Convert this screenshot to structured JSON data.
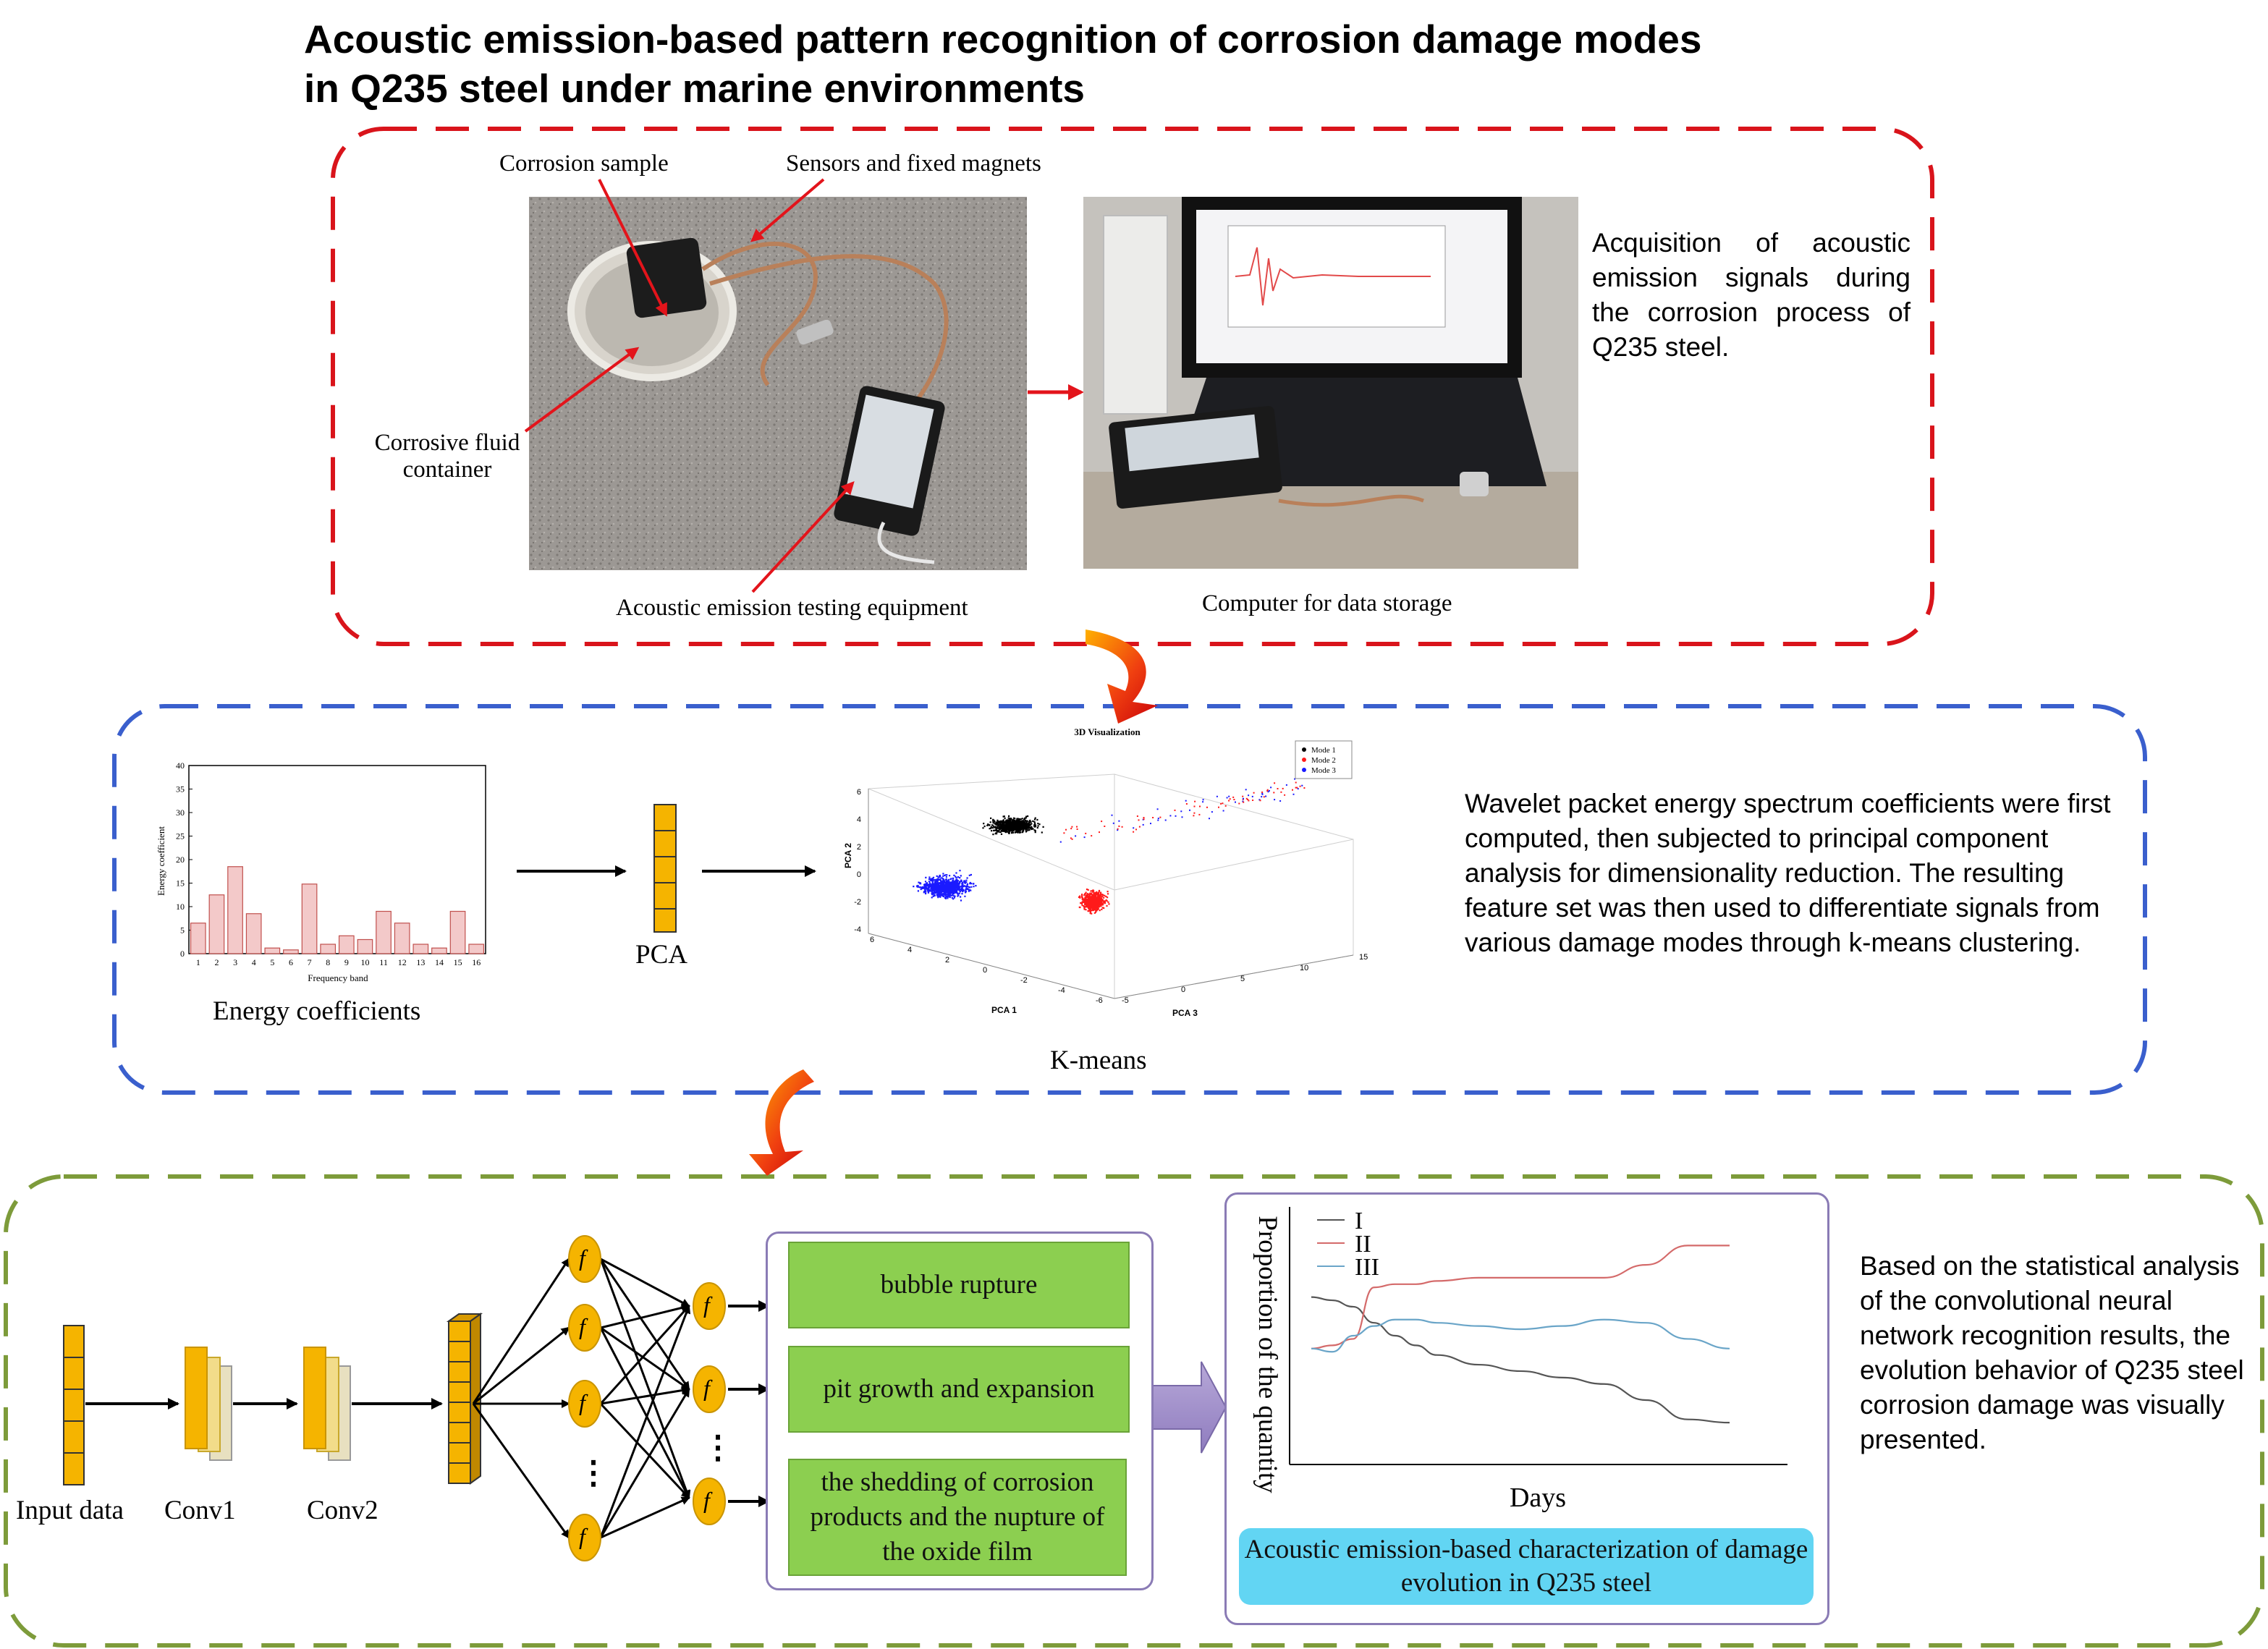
{
  "title": {
    "line1": "Acoustic emission-based pattern recognition of corrosion damage modes",
    "line2": "in Q235 steel under marine environments"
  },
  "section1": {
    "labels": {
      "corrosion_sample": "Corrosion sample",
      "sensors": "Sensors and fixed magnets",
      "container_line1": "Corrosive fluid",
      "container_line2": "container",
      "ae_equipment": "Acoustic emission testing equipment",
      "computer": "Computer for data storage"
    },
    "description": "Acquisition of acoustic emission signals during the corrosion process of Q235 steel."
  },
  "section2": {
    "energy_label": "Energy coefficients",
    "pca_label": "PCA",
    "kmeans_label": "K-means",
    "description": "Wavelet packet energy spectrum coefficients were first computed, then subjected to principal component analysis for dimensionality reduction. The resulting feature set was then used to differentiate signals from various damage modes through k-means clustering."
  },
  "section3": {
    "input_label": "Input data",
    "conv1_label": "Conv1",
    "conv2_label": "Conv2",
    "neuron_symbol": "f",
    "ellipsis": "⋮",
    "modes": [
      "bubble rupture",
      "pit growth and expansion",
      "the shedding of corrosion products and the nupture of the oxide film"
    ],
    "evolution_caption": "Acoustic emission-based characterization of damage evolution in Q235 steel",
    "description": "Based on the statistical analysis of the convolutional neural network recognition results, the evolution behavior of Q235 steel corrosion damage was visually presented."
  },
  "colors": {
    "red_frame": "#d9141b",
    "blue_frame": "#3a5fcd",
    "green_frame": "#7d9b3a",
    "mode_box": "#8ccf50",
    "caption_box": "#62d5f3",
    "neuron": "#f5b400",
    "cluster_blue": "#1a1aff",
    "cluster_red": "#ff1a1a",
    "cluster_black": "#000000",
    "bar_fill": "#f3c9c9",
    "bar_stroke": "#c0504d"
  },
  "chart_data": [
    {
      "type": "bar",
      "title": "",
      "xlabel": "Frequency band",
      "ylabel": "Energy coefficient",
      "categories": [
        "1",
        "2",
        "3",
        "4",
        "5",
        "6",
        "7",
        "8",
        "9",
        "10",
        "11",
        "12",
        "13",
        "14",
        "15",
        "16"
      ],
      "values": [
        6.5,
        12.5,
        18.5,
        8.5,
        1.2,
        0.8,
        14.8,
        2,
        3.8,
        3,
        9,
        6.5,
        2,
        1.2,
        9,
        2
      ],
      "ylim": [
        0,
        40
      ],
      "yticks": [
        "0",
        "5",
        "10",
        "15",
        "20",
        "25",
        "30",
        "35",
        "40"
      ],
      "grid": false
    },
    {
      "type": "scatter",
      "title": "3D Visualization",
      "axes": {
        "x": "PCA 1",
        "y": "PCA 2",
        "z": "PCA 3"
      },
      "series": [
        {
          "name": "Mode 1",
          "color": "#000000"
        },
        {
          "name": "Mode 2",
          "color": "#ff1a1a"
        },
        {
          "name": "Mode 3",
          "color": "#1a1aff"
        }
      ],
      "pca2_ticks": [
        "6",
        "4",
        "2",
        "0",
        "-2",
        "-4"
      ],
      "pca1_ticks": [
        "6",
        "4",
        "2",
        "0",
        "-2",
        "-4",
        "-6"
      ],
      "pca3_ticks": [
        "-5",
        "0",
        "5",
        "10",
        "15"
      ],
      "legend": "top-right"
    },
    {
      "type": "line",
      "xlabel": "Days",
      "ylabel": "Proportion of the quantity",
      "x": [
        0,
        0.05,
        0.1,
        0.15,
        0.2,
        0.25,
        0.3,
        0.4,
        0.5,
        0.6,
        0.7,
        0.8,
        0.9,
        1.0
      ],
      "series": [
        {
          "name": "I",
          "color": "#555555",
          "values": [
            0.52,
            0.51,
            0.49,
            0.44,
            0.4,
            0.37,
            0.34,
            0.31,
            0.29,
            0.27,
            0.25,
            0.2,
            0.14,
            0.13
          ]
        },
        {
          "name": "II",
          "color": "#d46a6a",
          "values": [
            0.36,
            0.37,
            0.39,
            0.55,
            0.56,
            0.56,
            0.57,
            0.58,
            0.58,
            0.58,
            0.58,
            0.62,
            0.68,
            0.68
          ]
        },
        {
          "name": "III",
          "color": "#6aa5c8",
          "values": [
            0.36,
            0.35,
            0.4,
            0.43,
            0.45,
            0.45,
            0.44,
            0.43,
            0.42,
            0.43,
            0.45,
            0.44,
            0.39,
            0.36
          ]
        }
      ],
      "ylim": [
        0,
        0.8
      ],
      "legend": "top-left"
    }
  ]
}
